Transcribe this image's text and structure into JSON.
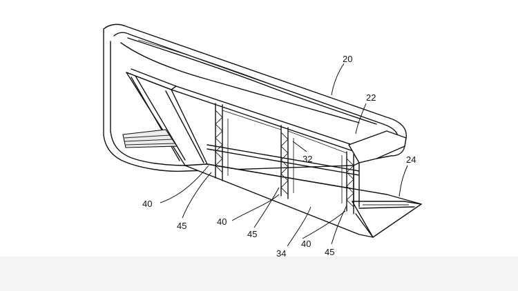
{
  "figure": {
    "labels": {
      "ref_20": "20",
      "ref_22": "22",
      "ref_24": "24",
      "ref_32": "32",
      "ref_34": "34",
      "ref_40_left": "40",
      "ref_40_mid": "40",
      "ref_40_right": "40",
      "ref_45_left": "45",
      "ref_45_mid": "45",
      "ref_45_right": "45"
    }
  }
}
